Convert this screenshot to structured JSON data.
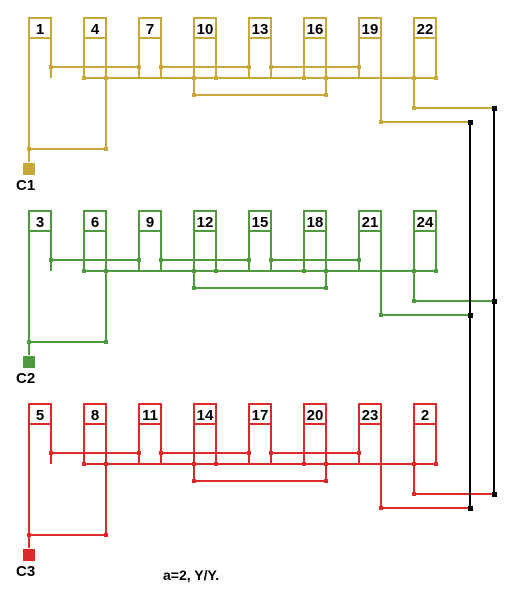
{
  "caption": "a=2, Y/Y.",
  "colors": {
    "phase1": "#c8a83a",
    "phase2": "#4f9a3f",
    "phase3": "#dc2a2a",
    "star": "#000000"
  },
  "phases": [
    {
      "key": "phase1",
      "terminal": "C1",
      "coils": [
        "1",
        "4",
        "7",
        "10",
        "13",
        "16",
        "19",
        "22"
      ]
    },
    {
      "key": "phase2",
      "terminal": "C2",
      "coils": [
        "3",
        "6",
        "9",
        "12",
        "15",
        "18",
        "21",
        "24"
      ]
    },
    {
      "key": "phase3",
      "terminal": "C3",
      "coils": [
        "5",
        "8",
        "11",
        "14",
        "17",
        "20",
        "23",
        "2"
      ]
    }
  ]
}
